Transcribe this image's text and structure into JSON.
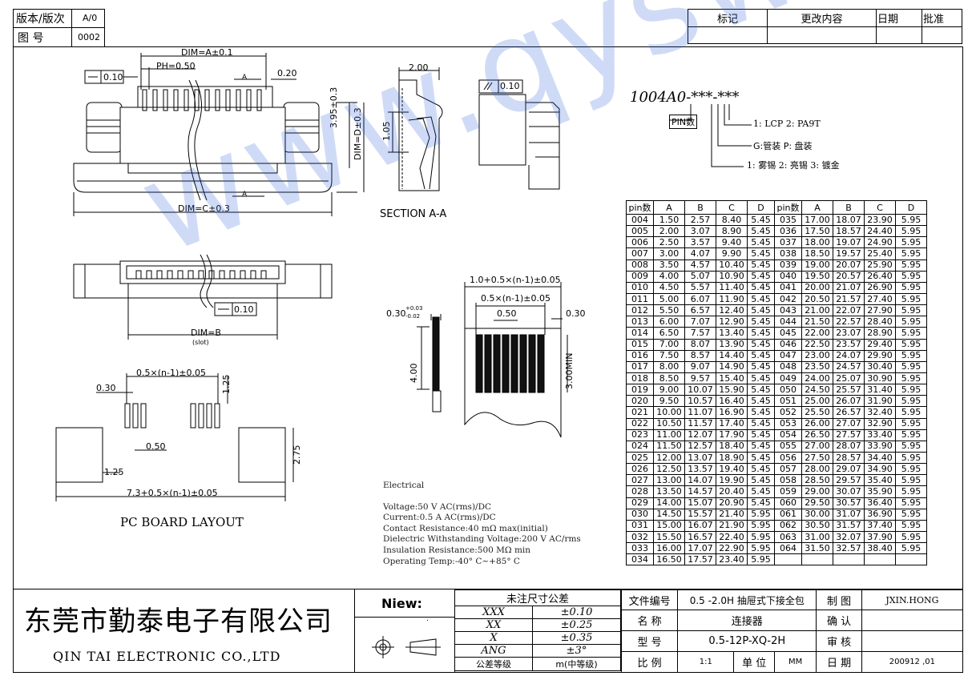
{
  "header": {
    "version_label": "版本/版次",
    "version_value": "A/0",
    "drawing_no_label": "图 号",
    "drawing_no_value": "0002"
  },
  "revision_table": {
    "columns": [
      "标记",
      "更改内容",
      "日期",
      "批准"
    ]
  },
  "dims": {
    "dim_a": "DIM=A±0.1",
    "ph": "PH=0.50",
    "p020": "0.20",
    "flat010": "0.10",
    "h395": "3.95±0.3",
    "dim_d": "DIM=D±0.3",
    "dim_c": "DIM=C±0.3",
    "w200": "2.00",
    "h105": "1.05",
    "section": "SECTION A-A",
    "par010": "0.10",
    "bot010": "0.10",
    "dim_b": "DIM=B",
    "slot": "(slot)",
    "fpc_top": "1.0+0.5×(n-1)±0.05",
    "fpc_mid": "0.5×(n-1)±0.05",
    "fpc_050": "0.50",
    "fpc_030r": "0.30",
    "fpc_030l": "0.30",
    "tol_plus": "+0.03",
    "tol_minus": "-0.02",
    "h400": "4.00",
    "h300": "3.00MIN",
    "pcb_top": "0.5×(n-1)±0.05",
    "pcb_030": "0.30",
    "pcb_125a": "1.25",
    "pcb_050": "0.50",
    "pcb_275": "2.75",
    "pcb_125b": "1.25",
    "pcb_total": "7.3+0.5×(n-1)±0.05",
    "pcb_title": "PC BOARD LAYOUT",
    "letter_a": "A"
  },
  "partno": {
    "code": "1004A0-***-***",
    "pin_label": "PIN数",
    "mat": "1: LCP  2: PA9T",
    "pack": "G:管装    P: 盘装",
    "plate": "1: 雾锡   2: 亮锡   3: 镀金"
  },
  "pin_table": {
    "headers": [
      "pin数",
      "A",
      "B",
      "C",
      "D",
      "pin数",
      "A",
      "B",
      "C",
      "D"
    ],
    "rows": [
      [
        "004",
        "1.50",
        "2.57",
        "8.40",
        "5.45",
        "035",
        "17.00",
        "18.07",
        "23.90",
        "5.95"
      ],
      [
        "005",
        "2.00",
        "3.07",
        "8.90",
        "5.45",
        "036",
        "17.50",
        "18.57",
        "24.40",
        "5.95"
      ],
      [
        "006",
        "2.50",
        "3.57",
        "9.40",
        "5.45",
        "037",
        "18.00",
        "19.07",
        "24.90",
        "5.95"
      ],
      [
        "007",
        "3.00",
        "4.07",
        "9.90",
        "5.45",
        "038",
        "18.50",
        "19.57",
        "25.40",
        "5.95"
      ],
      [
        "008",
        "3.50",
        "4.57",
        "10.40",
        "5.45",
        "039",
        "19.00",
        "20.07",
        "25.90",
        "5.95"
      ],
      [
        "009",
        "4.00",
        "5.07",
        "10.90",
        "5.45",
        "040",
        "19.50",
        "20.57",
        "26.40",
        "5.95"
      ],
      [
        "010",
        "4.50",
        "5.57",
        "11.40",
        "5.45",
        "041",
        "20.00",
        "21.07",
        "26.90",
        "5.95"
      ],
      [
        "011",
        "5.00",
        "6.07",
        "11.90",
        "5.45",
        "042",
        "20.50",
        "21.57",
        "27.40",
        "5.95"
      ],
      [
        "012",
        "5.50",
        "6.57",
        "12.40",
        "5.45",
        "043",
        "21.00",
        "22.07",
        "27.90",
        "5.95"
      ],
      [
        "013",
        "6.00",
        "7.07",
        "12.90",
        "5.45",
        "044",
        "21.50",
        "22.57",
        "28.40",
        "5.95"
      ],
      [
        "014",
        "6.50",
        "7.57",
        "13.40",
        "5.45",
        "045",
        "22.00",
        "23.07",
        "28.90",
        "5.95"
      ],
      [
        "015",
        "7.00",
        "8.07",
        "13.90",
        "5.45",
        "046",
        "22.50",
        "23.57",
        "29.40",
        "5.95"
      ],
      [
        "016",
        "7.50",
        "8.57",
        "14.40",
        "5.45",
        "047",
        "23.00",
        "24.07",
        "29.90",
        "5.95"
      ],
      [
        "017",
        "8.00",
        "9.07",
        "14.90",
        "5.45",
        "048",
        "23.50",
        "24.57",
        "30.40",
        "5.95"
      ],
      [
        "018",
        "8.50",
        "9.57",
        "15.40",
        "5.45",
        "049",
        "24.00",
        "25.07",
        "30.90",
        "5.95"
      ],
      [
        "019",
        "9.00",
        "10.07",
        "15.90",
        "5.45",
        "050",
        "24.50",
        "25.57",
        "31.40",
        "5.95"
      ],
      [
        "020",
        "9.50",
        "10.57",
        "16.40",
        "5.45",
        "051",
        "25.00",
        "26.07",
        "31.90",
        "5.95"
      ],
      [
        "021",
        "10.00",
        "11.07",
        "16.90",
        "5.45",
        "052",
        "25.50",
        "26.57",
        "32.40",
        "5.95"
      ],
      [
        "022",
        "10.50",
        "11.57",
        "17.40",
        "5.45",
        "053",
        "26.00",
        "27.07",
        "32.90",
        "5.95"
      ],
      [
        "023",
        "11.00",
        "12.07",
        "17.90",
        "5.45",
        "054",
        "26.50",
        "27.57",
        "33.40",
        "5.95"
      ],
      [
        "024",
        "11.50",
        "12.57",
        "18.40",
        "5.45",
        "055",
        "27.00",
        "28.07",
        "33.90",
        "5.95"
      ],
      [
        "025",
        "12.00",
        "13.07",
        "18.90",
        "5.45",
        "056",
        "27.50",
        "28.57",
        "34.40",
        "5.95"
      ],
      [
        "026",
        "12.50",
        "13.57",
        "19.40",
        "5.45",
        "057",
        "28.00",
        "29.07",
        "34.90",
        "5.95"
      ],
      [
        "027",
        "13.00",
        "14.07",
        "19.90",
        "5.45",
        "058",
        "28.50",
        "29.57",
        "35.40",
        "5.95"
      ],
      [
        "028",
        "13.50",
        "14.57",
        "20.40",
        "5.45",
        "059",
        "29.00",
        "30.07",
        "35.90",
        "5.95"
      ],
      [
        "029",
        "14.00",
        "15.07",
        "20.90",
        "5.45",
        "060",
        "29.50",
        "30.57",
        "36.40",
        "5.95"
      ],
      [
        "030",
        "14.50",
        "15.57",
        "21.40",
        "5.95",
        "061",
        "30.00",
        "31.07",
        "36.90",
        "5.95"
      ],
      [
        "031",
        "15.00",
        "16.07",
        "21.90",
        "5.95",
        "062",
        "30.50",
        "31.57",
        "37.40",
        "5.95"
      ],
      [
        "032",
        "15.50",
        "16.57",
        "22.40",
        "5.95",
        "063",
        "31.00",
        "32.07",
        "37.90",
        "5.95"
      ],
      [
        "033",
        "16.00",
        "17.07",
        "22.90",
        "5.95",
        "064",
        "31.50",
        "32.57",
        "38.40",
        "5.95"
      ],
      [
        "034",
        "16.50",
        "17.57",
        "23.40",
        "5.95",
        "",
        "",
        "",
        "",
        ""
      ]
    ]
  },
  "electrical": {
    "title": "Electrical",
    "lines": [
      "Voltage:50 V AC(rms)/DC",
      "Current:0.5 A AC(rms)/DC",
      "Contact Resistance:40 mΩ max(initial)",
      "Dielectric Withstanding Voltage:200 V AC/rms",
      "Insulation Resistance:500 MΩ min",
      "Operating Temp:-40° C~+85° C"
    ]
  },
  "watermark": "www.qyswitch.com",
  "title_block": {
    "company_cn": "东莞市勤泰电子有限公司",
    "company_en": "QIN TAI ELECTRONIC CO.,LTD",
    "niew": "Niew:",
    "dot": ".",
    "tol_title": "未注尺寸公差",
    "tol": [
      [
        "XXX",
        "±0.10"
      ],
      [
        "XX",
        "±0.25"
      ],
      [
        "X",
        "±0.35"
      ],
      [
        "ANG",
        "±3°"
      ],
      [
        "公差等级",
        "m(中等级)"
      ]
    ],
    "file_no_label": "文件编号",
    "file_no_value": "0.5 -2.0H 抽屉式下接全包",
    "make_label": "制 图",
    "make_value": "JXIN.HONG",
    "name_label": "名 称",
    "name_value": "连接器",
    "confirm_label": "确 认",
    "model_label": "型 号",
    "model_value": "0.5-12P-XQ-2H",
    "review_label": "审 核",
    "scale_label": "比 例",
    "scale_value": "1:1",
    "unit_label": "单 位",
    "unit_value": "MM",
    "date_label": "日 期",
    "date_value": "200912 ,01"
  }
}
